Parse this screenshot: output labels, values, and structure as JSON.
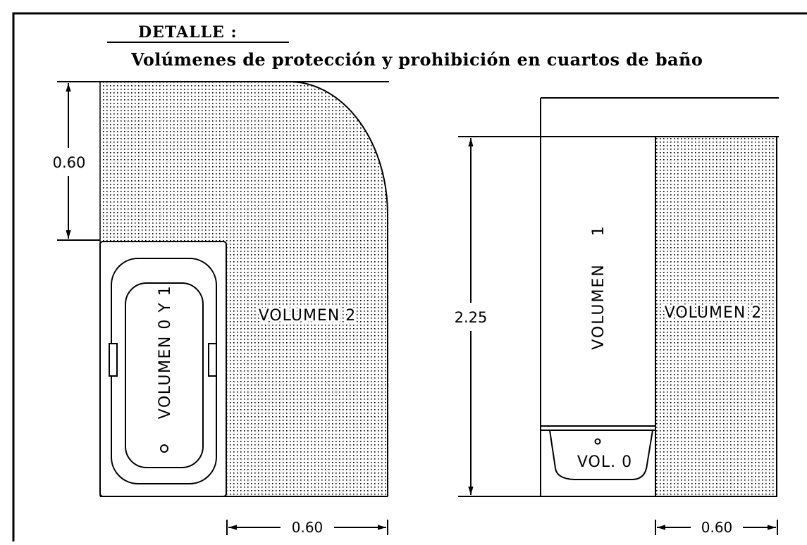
{
  "header": {
    "detail_label": "DETALLE :",
    "subtitle": "Volúmenes de protección y prohibición en cuartos de baño"
  },
  "plan_view": {
    "height_dim": "0.60",
    "bath_label": "VOLUMEN 0 Y 1",
    "zone_label": "VOLUMEN 2",
    "width_dim": "0.60"
  },
  "elevation_view": {
    "height_dim": "2.25",
    "vol1_label": "VOLUMEN 1",
    "zone_label": "VOLUMEN 2",
    "tub_label": "VOL. 0",
    "width_dim": "0.60"
  },
  "colors": {
    "line": "#000000",
    "dot_pattern": "#000000",
    "background": "#ffffff"
  }
}
